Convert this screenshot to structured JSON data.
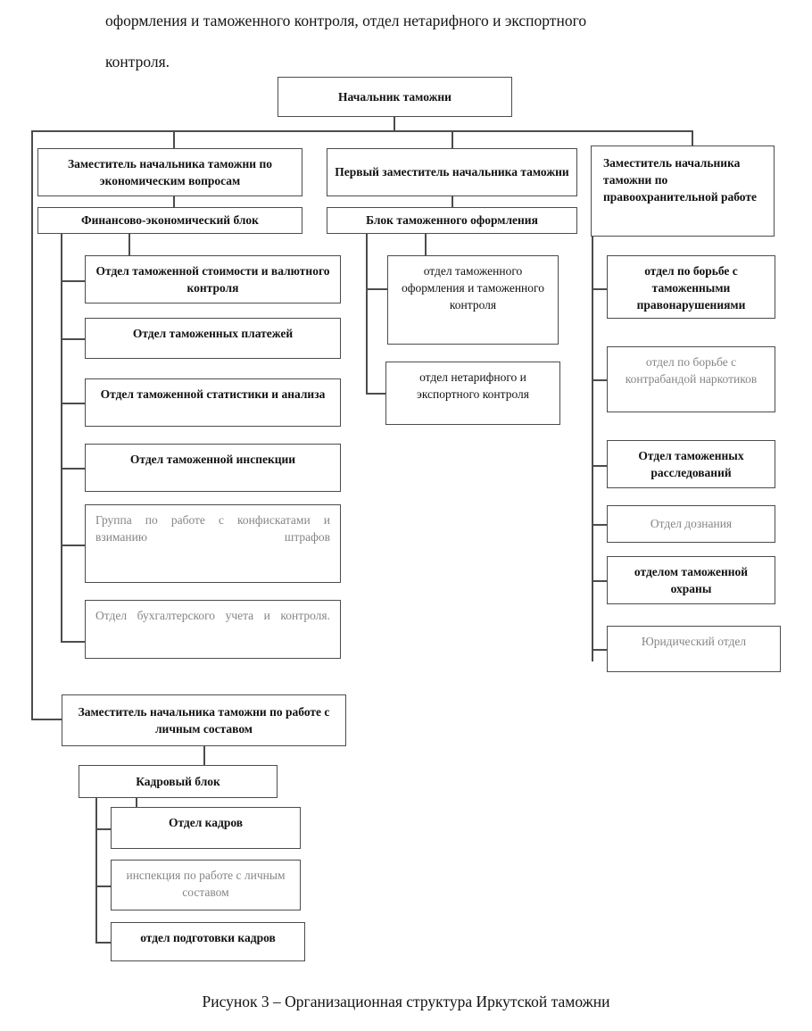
{
  "intro": {
    "line1": "оформления и таможенного контроля, отдел нетарифного и экспортного",
    "line2": "контроля."
  },
  "caption": "Рисунок 3 – Организационная структура Иркутской таможни",
  "chart_data": {
    "type": "diagram",
    "title": "Организационная структура Иркутской таможни",
    "root": "Начальник таможни",
    "nodes": {
      "root": "Начальник таможни",
      "deputy_econ": "Заместитель начальника таможни по экономическим вопросам",
      "block_fin": "Финансово-экономический блок",
      "fin_1": "Отдел таможенной стоимости и валютного контроля",
      "fin_2": "Отдел таможенных платежей",
      "fin_3": "Отдел таможенной статистики и анализа",
      "fin_4": "Отдел таможенной инспекции",
      "fin_5": "Группа по работе с конфискатами и взиманию штрафов",
      "fin_6": "Отдел бухгалтерского учета и контроля.",
      "deputy_first": "Первый заместитель начальника таможни",
      "block_cust": "Блок таможенного оформления",
      "cust_1": "отдел таможенного оформления и таможенного контроля",
      "cust_2": "отдел нетарифного и экспортного контроля",
      "deputy_law": "Заместитель начальника таможни по правоохранительной работе",
      "law_1": "отдел по борьбе с таможенными правонарушениями",
      "law_2": "отдел по борьбе с контрабандой наркотиков",
      "law_3": "Отдел таможенных расследований",
      "law_4": "Отдел  дознания",
      "law_5": "отделом таможенной охраны",
      "law_6": "Юридический отдел",
      "deputy_staff": "Заместитель начальника таможни по работе с личным составом",
      "block_hr": "Кадровый блок",
      "hr_1": "Отдел кадров",
      "hr_2": "инспекция по работе с личным составом",
      "hr_3": "отдел подготовки кадров"
    },
    "edges": [
      [
        "root",
        "deputy_econ"
      ],
      [
        "root",
        "deputy_first"
      ],
      [
        "root",
        "deputy_law"
      ],
      [
        "root",
        "deputy_staff"
      ],
      [
        "deputy_econ",
        "block_fin"
      ],
      [
        "block_fin",
        "fin_1"
      ],
      [
        "block_fin",
        "fin_2"
      ],
      [
        "block_fin",
        "fin_3"
      ],
      [
        "block_fin",
        "fin_4"
      ],
      [
        "block_fin",
        "fin_5"
      ],
      [
        "block_fin",
        "fin_6"
      ],
      [
        "deputy_first",
        "block_cust"
      ],
      [
        "block_cust",
        "cust_1"
      ],
      [
        "block_cust",
        "cust_2"
      ],
      [
        "deputy_law",
        "law_1"
      ],
      [
        "deputy_law",
        "law_2"
      ],
      [
        "deputy_law",
        "law_3"
      ],
      [
        "deputy_law",
        "law_4"
      ],
      [
        "deputy_law",
        "law_5"
      ],
      [
        "deputy_law",
        "law_6"
      ],
      [
        "deputy_staff",
        "block_hr"
      ],
      [
        "block_hr",
        "hr_1"
      ],
      [
        "block_hr",
        "hr_2"
      ],
      [
        "block_hr",
        "hr_3"
      ]
    ],
    "styles": {
      "border_color": "#4c4c4c",
      "text_color": "#111111",
      "faded_text_color": "#858585",
      "background": "#ffffff"
    }
  }
}
